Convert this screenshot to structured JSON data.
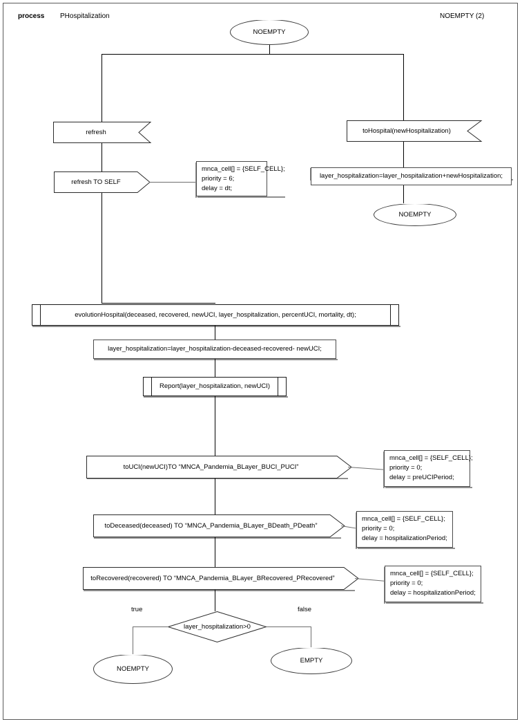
{
  "header": {
    "keyword": "process",
    "process_name": "PHospitalization",
    "state_ref": "NOEMPTY (2)"
  },
  "nodes": {
    "start_state": {
      "label": "NOEMPTY",
      "type": "state"
    },
    "input_refresh": {
      "label": "refresh",
      "type": "input-signal"
    },
    "output_refresh_self": {
      "label": "refresh TO SELF",
      "type": "output-signal"
    },
    "input_to_hospital": {
      "label": "toHospital(newHospitalization)",
      "type": "input-signal"
    },
    "task_add_hospitalization": {
      "label": "layer_hospitalization=layer_hospitalization+newHospitalization;",
      "type": "task"
    },
    "state_noempty_right": {
      "label": "NOEMPTY",
      "type": "state"
    },
    "proc_evolution_hospital": {
      "label": "evolutionHospital(deceased, recovered, newUCI, layer_hospitalization, percentUCI, mortality, dt);",
      "type": "procedure-call"
    },
    "task_subtract": {
      "label": "layer_hospitalization=layer_hospitalization-deceased-recovered- newUCI;",
      "type": "task"
    },
    "proc_report": {
      "label": "Report(layer_hospitalization, newUCI)",
      "type": "procedure-call"
    },
    "output_to_uci": {
      "label": "toUCI(newUCI)TO “MNCA_Pandemia_BLayer_BUCI_PUCI”",
      "type": "output-signal"
    },
    "output_to_deceased": {
      "label": "toDeceased(deceased) TO “MNCA_Pandemia_BLayer_BDeath_PDeath”",
      "type": "output-signal"
    },
    "output_to_recovered": {
      "label": "toRecovered(recovered) TO “MNCA_Pandemia_BLayer_BRecovered_PRecovered”",
      "type": "output-signal"
    },
    "decision": {
      "label": "layer_hospitalization>0",
      "type": "decision"
    },
    "state_noempty_end": {
      "label": "NOEMPTY",
      "type": "state"
    },
    "state_empty_end": {
      "label": "EMPTY",
      "type": "state"
    }
  },
  "edge_labels": {
    "true": "true",
    "false": "false"
  },
  "comments": {
    "refresh_self": {
      "lines": [
        "mnca_cell[] = {SELF_CELL};",
        "priority = 6;",
        "delay = dt;"
      ]
    },
    "to_uci": {
      "lines": [
        "mnca_cell[] = {SELF_CELL};",
        "priority = 0;",
        "delay = preUCIPeriod;"
      ]
    },
    "to_deceased": {
      "lines": [
        "mnca_cell[] = {SELF_CELL};",
        "priority = 0;",
        "delay = hospitalizationPeriod;"
      ]
    },
    "to_recovered": {
      "lines": [
        "mnca_cell[] = {SELF_CELL};",
        "priority = 0;",
        "delay = hospitalizationPeriod;"
      ]
    }
  },
  "colors": {
    "stroke": "#2b2b2b",
    "shadow": "#8f8f8f",
    "page_border": "#5a5a5a",
    "background": "#ffffff"
  }
}
